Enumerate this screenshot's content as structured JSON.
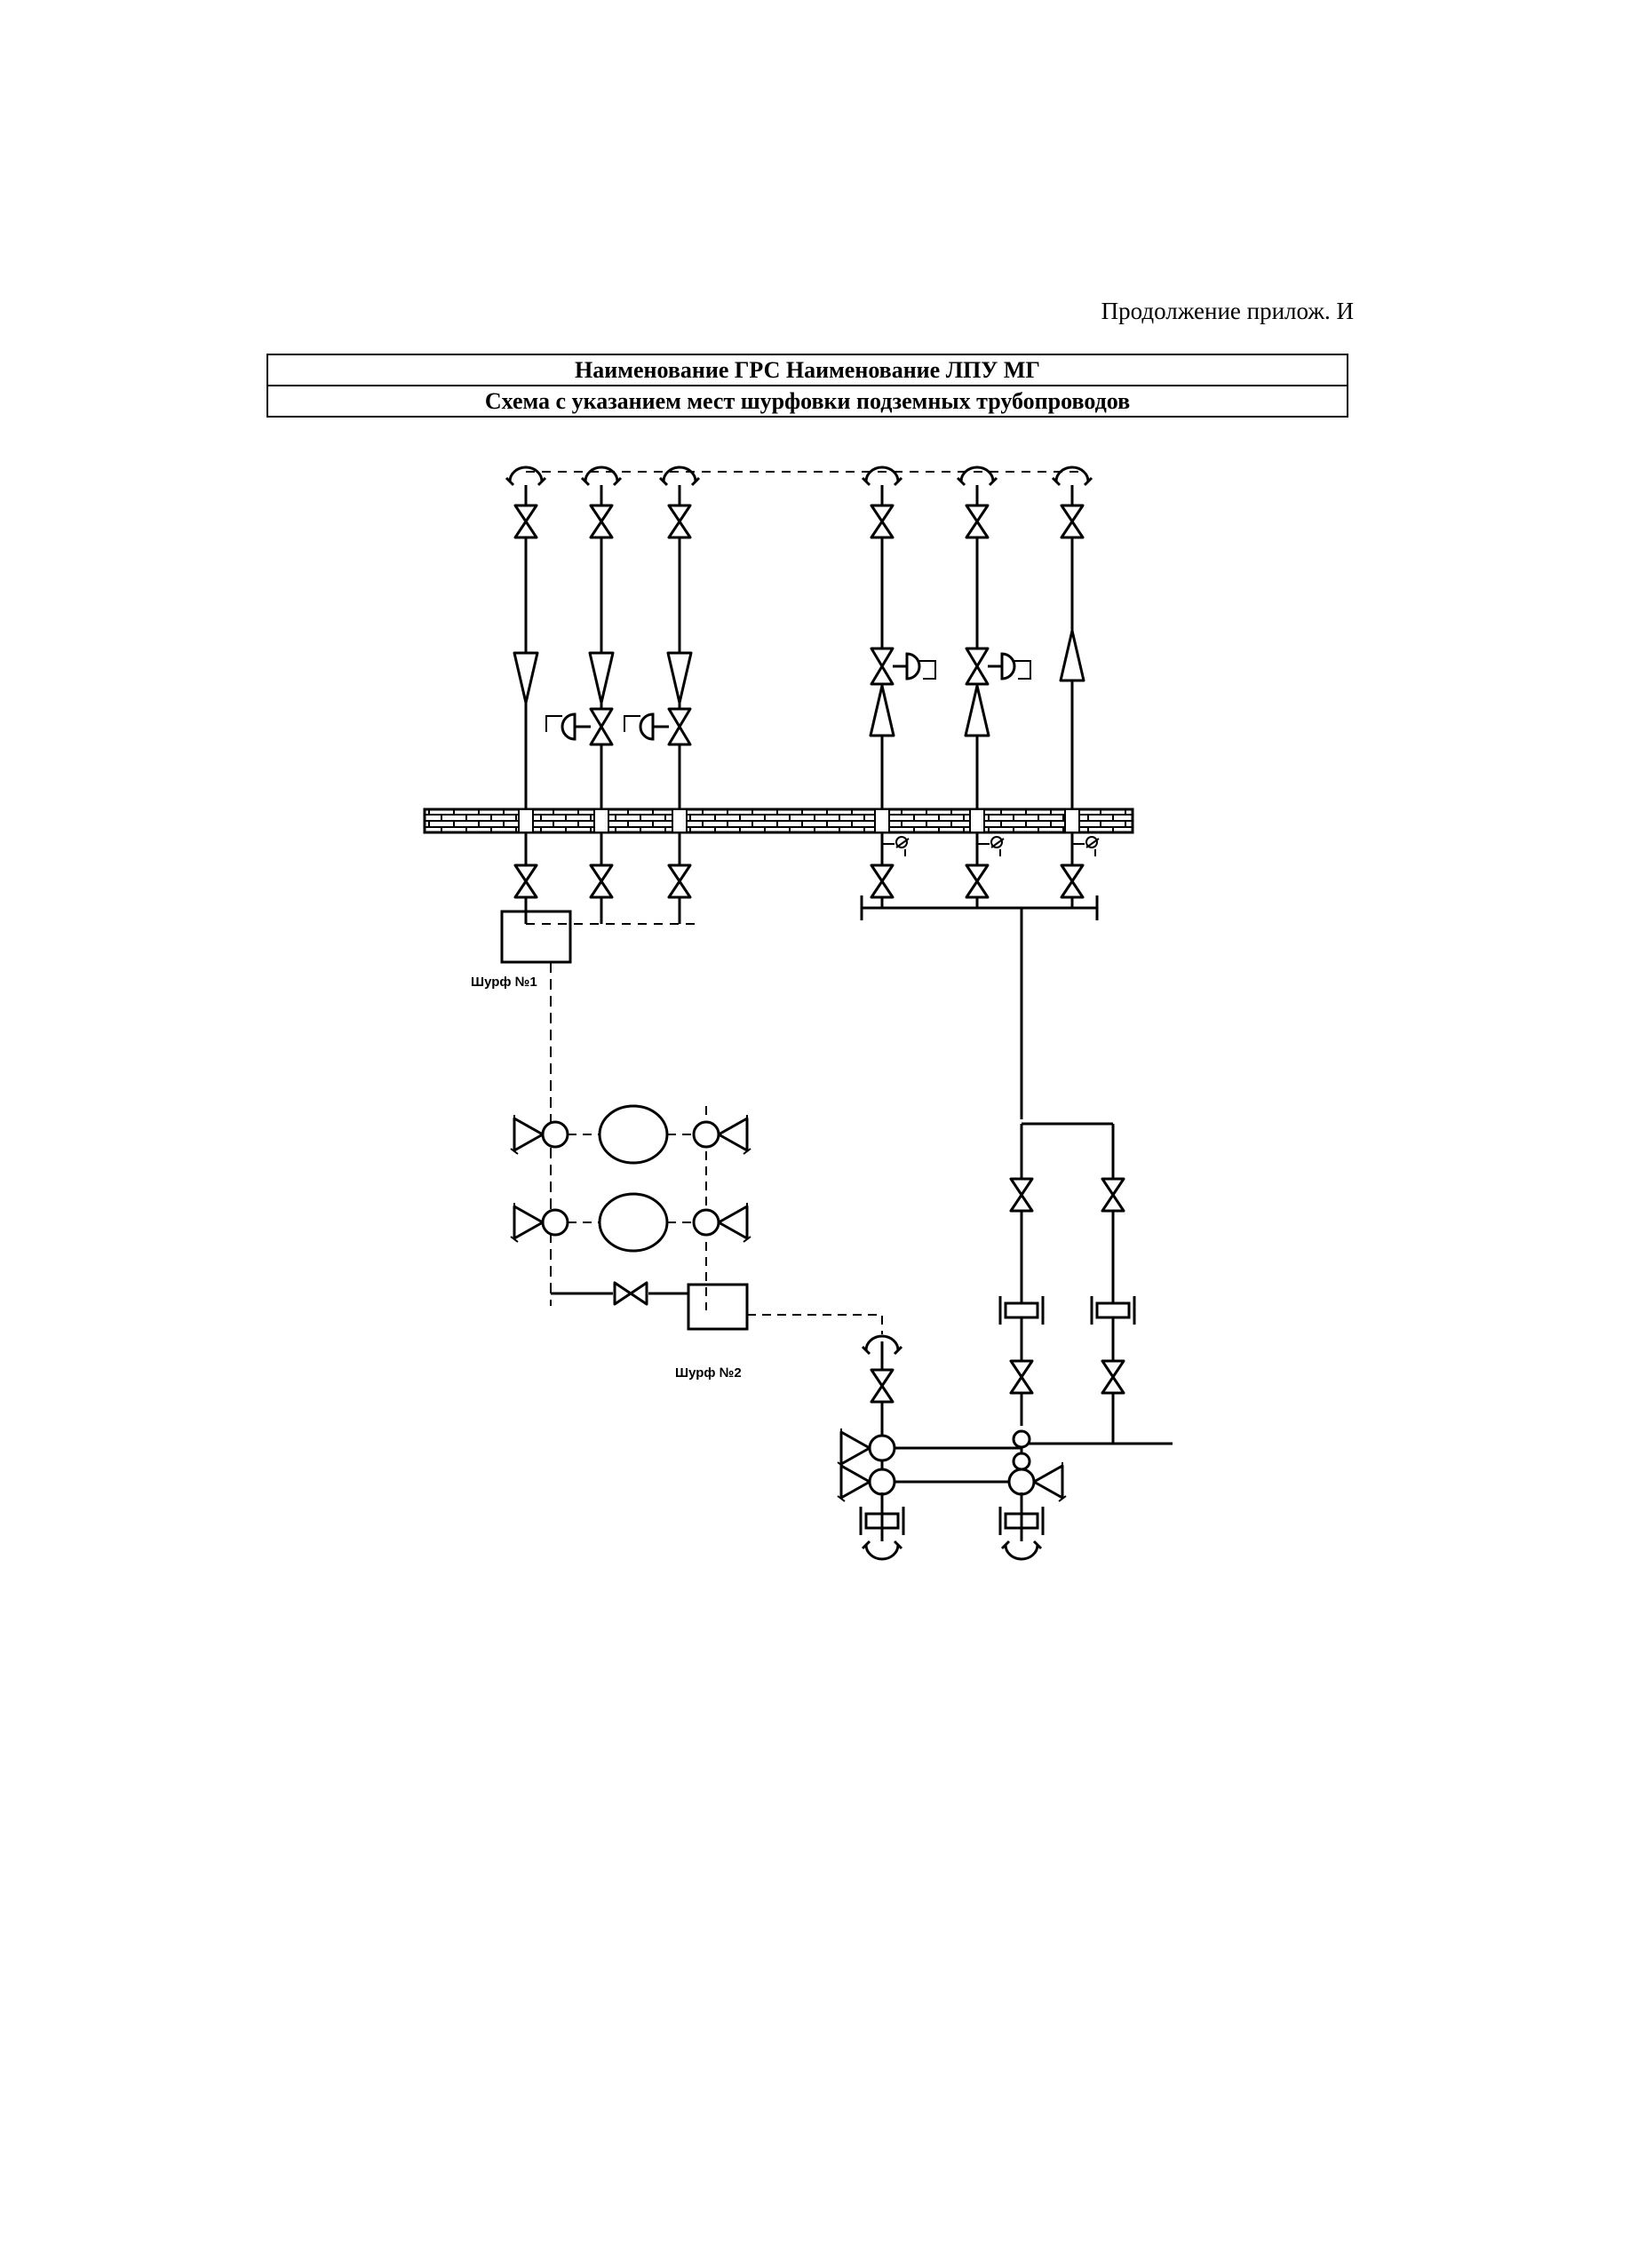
{
  "page": {
    "continuation": "Продолжение прилож. И"
  },
  "header": {
    "row1": "Наименование ГРС  Наименование ЛПУ МГ",
    "row2": "Схема с указанием мест шурфовки подземных трубопроводов"
  },
  "diagram": {
    "pit1_label": "Шурф №1",
    "pit2_label": "Шурф №2",
    "icons": [
      "gate-valve-icon",
      "flow-arrow-icon",
      "regulating-valve-icon",
      "pipe-flange-icon",
      "hook-icon",
      "vessel-icon",
      "pressure-gauge-icon"
    ]
  }
}
